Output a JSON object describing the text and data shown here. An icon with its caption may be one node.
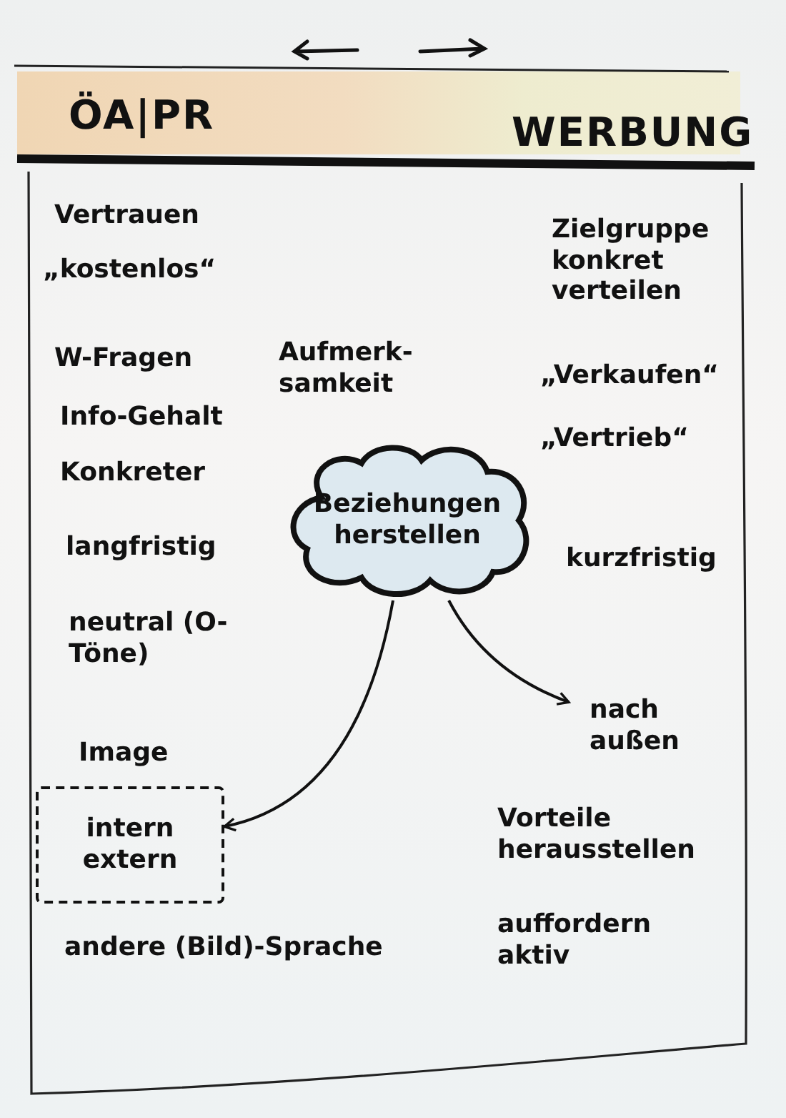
{
  "diagram": {
    "nodes": [
      {
        "text": [
          "Beziehungen herstellen"
        ]
      },
      {
        "text": [
          "intern extern"
        ]
      },
      {
        "text": [
          "nach außen"
        ]
      }
    ],
    "edges": [
      {
        "from": 0,
        "to": 1,
        "arrow": "to"
      },
      {
        "from": 0,
        "to": 2,
        "arrow": "to"
      }
    ],
    "labels": [
      "ÖA|PR",
      "WERBUNG",
      "Vertrauen",
      "„kostenlos“",
      "Zielgruppe konkret verteilen",
      "W-Fragen",
      "Aufmerk- samkeit",
      "„Verkaufen“",
      "Info-Gehalt",
      "„Vertrieb“",
      "Konkreter",
      "langfristig",
      "kurzfristig",
      "neutral (O-Töne)",
      "Image",
      "Vorteile herausstellen",
      "auffordern aktiv",
      "andere (Bild)-Sprache"
    ]
  }
}
